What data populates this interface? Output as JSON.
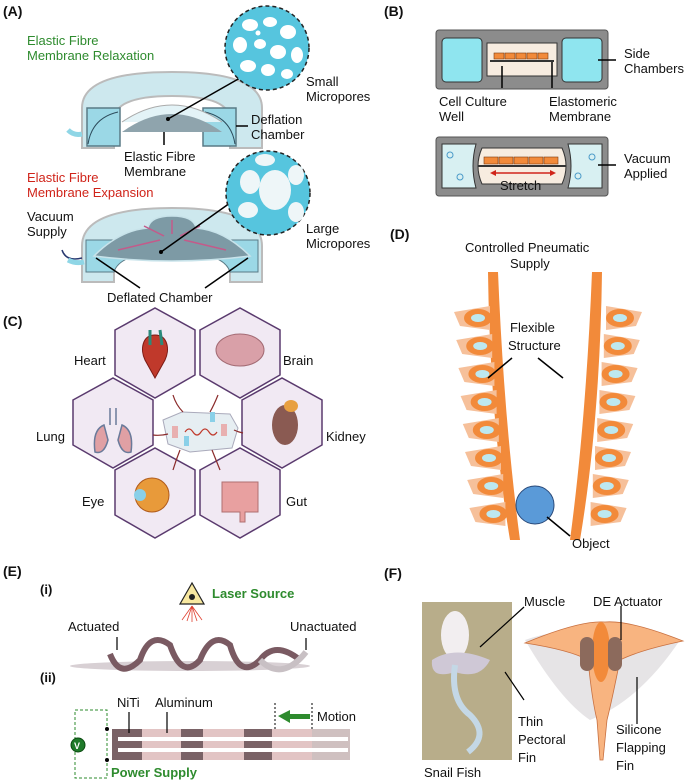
{
  "panels": {
    "A": {
      "label": "(A)",
      "relax_title_1": "Elastic Fibre",
      "relax_title_2": "Membrane Relaxation",
      "small_pores_1": "Small",
      "small_pores_2": "Micropores",
      "deflation_1": "Deflation",
      "deflation_2": "Chamber",
      "membrane_1": "Elastic Fibre",
      "membrane_2": "Membrane",
      "expand_title_1": "Elastic Fibre",
      "expand_title_2": "Membrane Expansion",
      "vacuum_1": "Vacuum",
      "vacuum_2": "Supply",
      "large_pores_1": "Large",
      "large_pores_2": "Micropores",
      "deflated": "Deflated Chamber"
    },
    "B": {
      "label": "(B)",
      "side_1": "Side",
      "side_2": "Chambers",
      "well_1": "Cell Culture",
      "well_2": "Well",
      "elasto_1": "Elastomeric",
      "elasto_2": "Membrane",
      "vacuum_1": "Vacuum",
      "vacuum_2": "Applied",
      "stretch": "Stretch"
    },
    "C": {
      "label": "(C)",
      "organs": [
        "Heart",
        "Brain",
        "Lung",
        "Kidney",
        "Eye",
        "Gut"
      ]
    },
    "D": {
      "label": "(D)",
      "supply_1": "Controlled Pneumatic",
      "supply_2": "Supply",
      "flex_1": "Flexible",
      "flex_2": "Structure",
      "object": "Object"
    },
    "E": {
      "label": "(E)",
      "sub_i": "(i)",
      "sub_ii": "(ii)",
      "laser": "Laser Source",
      "actuated": "Actuated",
      "unactuated": "Unactuated",
      "niti": "NiTi",
      "aluminum": "Aluminum",
      "motion": "Motion",
      "power": "Power Supply",
      "voltmeter": "V"
    },
    "F": {
      "label": "(F)",
      "muscle": "Muscle",
      "de_actuator": "DE Actuator",
      "thin_1": "Thin",
      "thin_2": "Pectoral",
      "thin_3": "Fin",
      "silicone_1": "Silicone",
      "silicone_2": "Flapping",
      "silicone_3": "Fin",
      "snail": "Snail Fish"
    }
  },
  "colors": {
    "green_text": "#2e8b2e",
    "red_text": "#d0241a",
    "fibre_blue": "#56c5de",
    "orange": "#f28a3a",
    "hex_border": "#5a3a6e",
    "hex_fill": "#f1e9f3"
  }
}
